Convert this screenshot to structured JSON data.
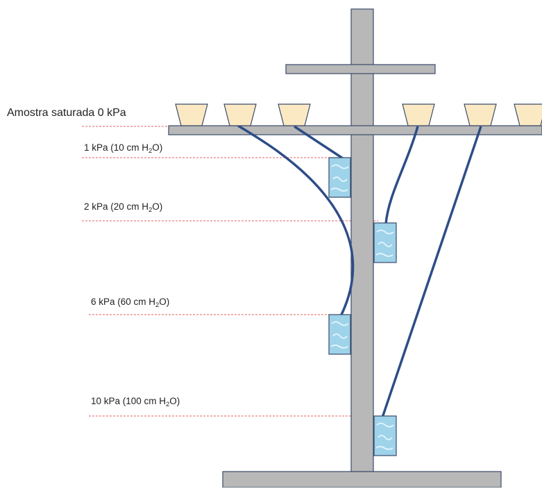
{
  "title_label": "Amostra saturada 0 kPa",
  "levels": [
    {
      "id": "1kpa",
      "prefix": "1 kPa (10 cm H",
      "suffix": "O)"
    },
    {
      "id": "2kpa",
      "prefix": "2 kPa (20 cm H",
      "suffix": "O)"
    },
    {
      "id": "6kpa",
      "prefix": "6 kPa (60 cm H",
      "suffix": "O)"
    },
    {
      "id": "10kpa",
      "prefix": "10 kPa (100 cm H",
      "suffix": "O)"
    }
  ],
  "subscript": "2",
  "colors": {
    "frame_fill": "#b8b8b8",
    "frame_stroke": "#3a4a6a",
    "cup_fill": "#fbe9c3",
    "tube": "#2e4d87",
    "reservoir": "#9ed3ea",
    "dashed_line": "#e06060"
  }
}
